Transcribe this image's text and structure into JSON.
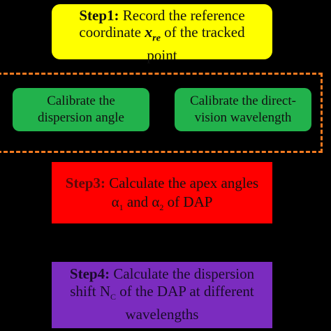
{
  "step1": {
    "label": "Step1:",
    "text_a": " Record the reference",
    "text_b": "coordinate ",
    "var_main": "x",
    "var_sub": "re",
    "text_c": " of  the tracked",
    "text_d": "point"
  },
  "step2": {
    "box1_line1": "Calibrate the",
    "box1_line2": "dispersion angle",
    "box2_line1": "Calibrate the direct-",
    "box2_line2": "vision wavelength"
  },
  "step3": {
    "label": "Step3:",
    "text_a": " Calculate the apex angles",
    "alpha": "α",
    "sub1": "1",
    "and": " and ",
    "sub2": "2",
    "text_b": " of DAP"
  },
  "step4": {
    "label": "Step4:",
    "text_a": " Calculate the dispersion",
    "text_b": "shift N",
    "sub": "C",
    "text_c": " of the DAP at different",
    "text_d": "wavelengths"
  },
  "colors": {
    "background": "#000000",
    "step1": "#ffff00",
    "dashed_border": "#f47a20",
    "step2_boxes": "#22b24c",
    "step3": "#ff0000",
    "step4": "#7b2cbf"
  }
}
